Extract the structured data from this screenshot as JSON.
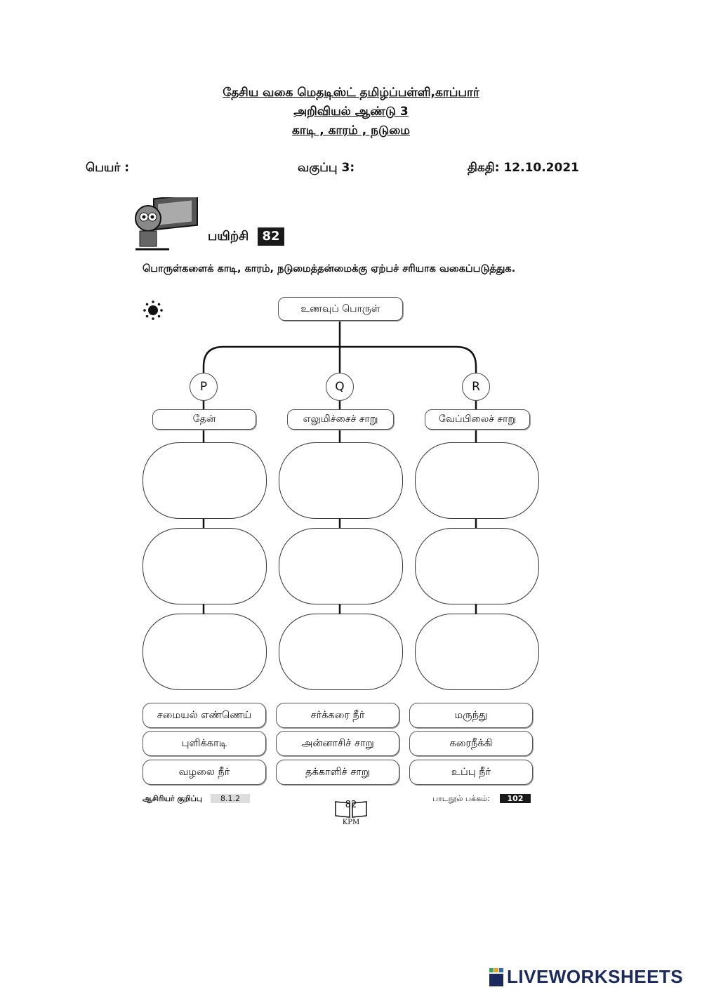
{
  "header": {
    "school": "தேசிய வகை மெதடிஸ்ட் தமிழ்ப்பள்ளி,காப்பார்",
    "subject": "அறிவியல் ஆண்டு 3",
    "topic": "காடி , காரம் , நடுமை"
  },
  "info": {
    "name_label": "பெயர் :",
    "class_label": "வகுப்பு 3:",
    "date_label": "திகதி: 12.10.2021"
  },
  "exercise": {
    "title": "பயிற்சி",
    "number": "82",
    "instruction": "பொருள்களைக் காடி, காரம், நடுமைத்தன்மைக்கு ஏற்பச் சரியாக வகைப்படுத்துக."
  },
  "diagram": {
    "root": "உணவுப் பொருள்",
    "groups": [
      {
        "letter": "P",
        "example": "தேன்"
      },
      {
        "letter": "Q",
        "example": "எலுமிச்சைச் சாறு"
      },
      {
        "letter": "R",
        "example": "வேப்பிலைச் சாறு"
      }
    ]
  },
  "options": [
    [
      "சமையல் எண்ணெய்",
      "சர்க்கரை நீர்",
      "மருந்து"
    ],
    [
      "புளிக்காடி",
      "அன்னாசிச் சாறு",
      "கரைநீக்கி"
    ],
    [
      "வழலை நீர்",
      "தக்காளிச் சாறு",
      "உப்பு நீர்"
    ]
  ],
  "footer": {
    "teacher_note_label": "ஆசிரியர் குறிப்பு",
    "teacher_note_code": "8.1.2",
    "page_number": "82",
    "publisher": "KPM",
    "textbook_label": "பாடநூல் பக்கம்:",
    "textbook_page": "102"
  },
  "brand": "LIVEWORKSHEETS"
}
